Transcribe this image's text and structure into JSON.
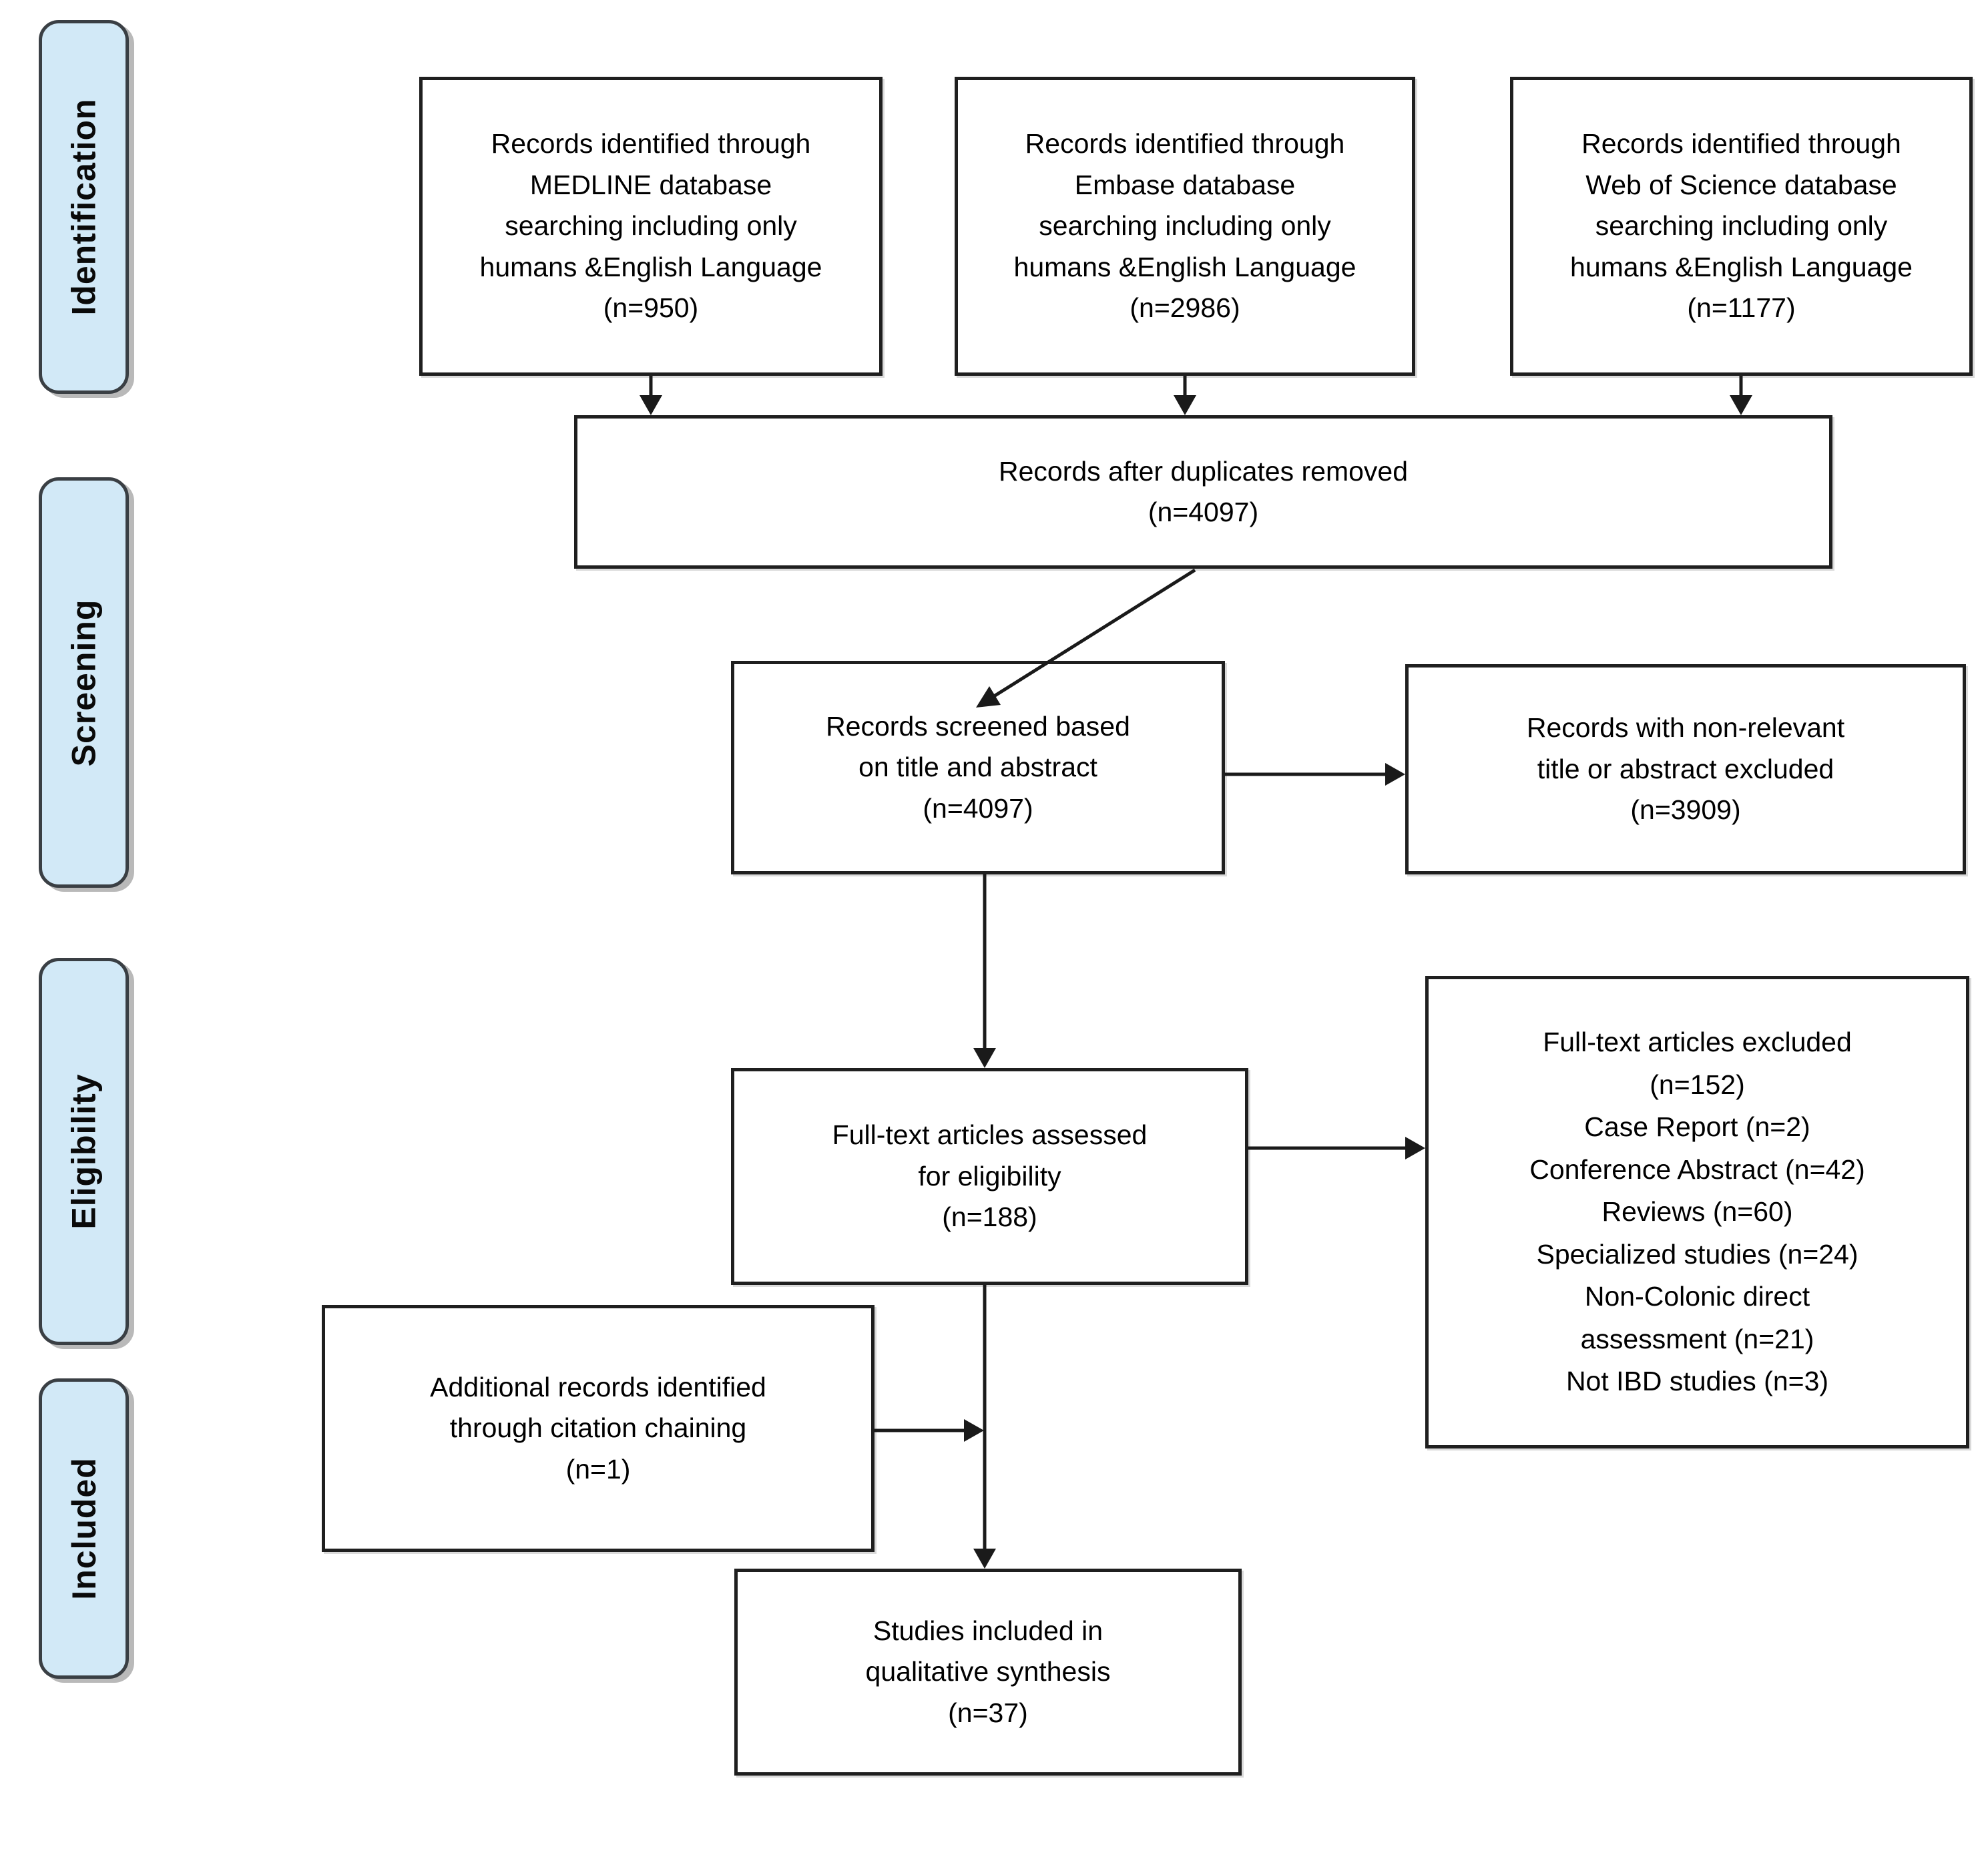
{
  "stages": [
    {
      "label": "Identification"
    },
    {
      "label": "Screening"
    },
    {
      "label": "Eligibility"
    },
    {
      "label": "Included"
    }
  ],
  "boxes": {
    "medline": {
      "text": "Records identified through\nMEDLINE database\nsearching including only\nhumans &English Language\n(n=950)"
    },
    "embase": {
      "text": "Records identified through\nEmbase database\nsearching including only\nhumans &English Language\n(n=2986)"
    },
    "web_of_science": {
      "text": "Records identified through\nWeb of Science database\nsearching including only\nhumans &English Language\n(n=1177)"
    },
    "duplicates": {
      "text": "Records after duplicates removed\n(n=4097)"
    },
    "screened": {
      "text": "Records screened based\non title and abstract\n(n=4097)"
    },
    "screen_excluded": {
      "text": "Records with non-relevant\ntitle or abstract excluded\n(n=3909)"
    },
    "fulltext": {
      "text": "Full-text articles assessed\nfor eligibility\n(n=188)"
    },
    "fulltext_excluded": {
      "text": "Full-text articles excluded\n(n=152)\nCase Report (n=2)\nConference Abstract (n=42)\nReviews (n=60)\nSpecialized studies (n=24)\nNon-Colonic direct\nassessment (n=21)\nNot IBD studies (n=3)"
    },
    "additional": {
      "text": "Additional records identified\nthrough citation chaining\n(n=1)"
    },
    "included": {
      "text": "Studies included in\nqualitative synthesis\n(n=37)"
    }
  },
  "counts": {
    "medline": 950,
    "embase": 2986,
    "web_of_science": 1177,
    "after_duplicates": 4097,
    "screened": 4097,
    "screen_excluded": 3909,
    "fulltext_assessed": 188,
    "fulltext_excluded": 152,
    "case_report": 2,
    "conference_abstract": 42,
    "reviews": 60,
    "specialized_studies": 24,
    "non_colonic_direct_assessment": 21,
    "not_ibd_studies": 3,
    "citation_chaining": 1,
    "qualitative_synthesis": 37
  },
  "colors": {
    "stage_fill": "#d2e9f7",
    "stage_border": "#3a3f44",
    "box_border": "#1f1f1f",
    "arrow": "#1a1a1a",
    "background": "#ffffff",
    "text": "#000000"
  }
}
